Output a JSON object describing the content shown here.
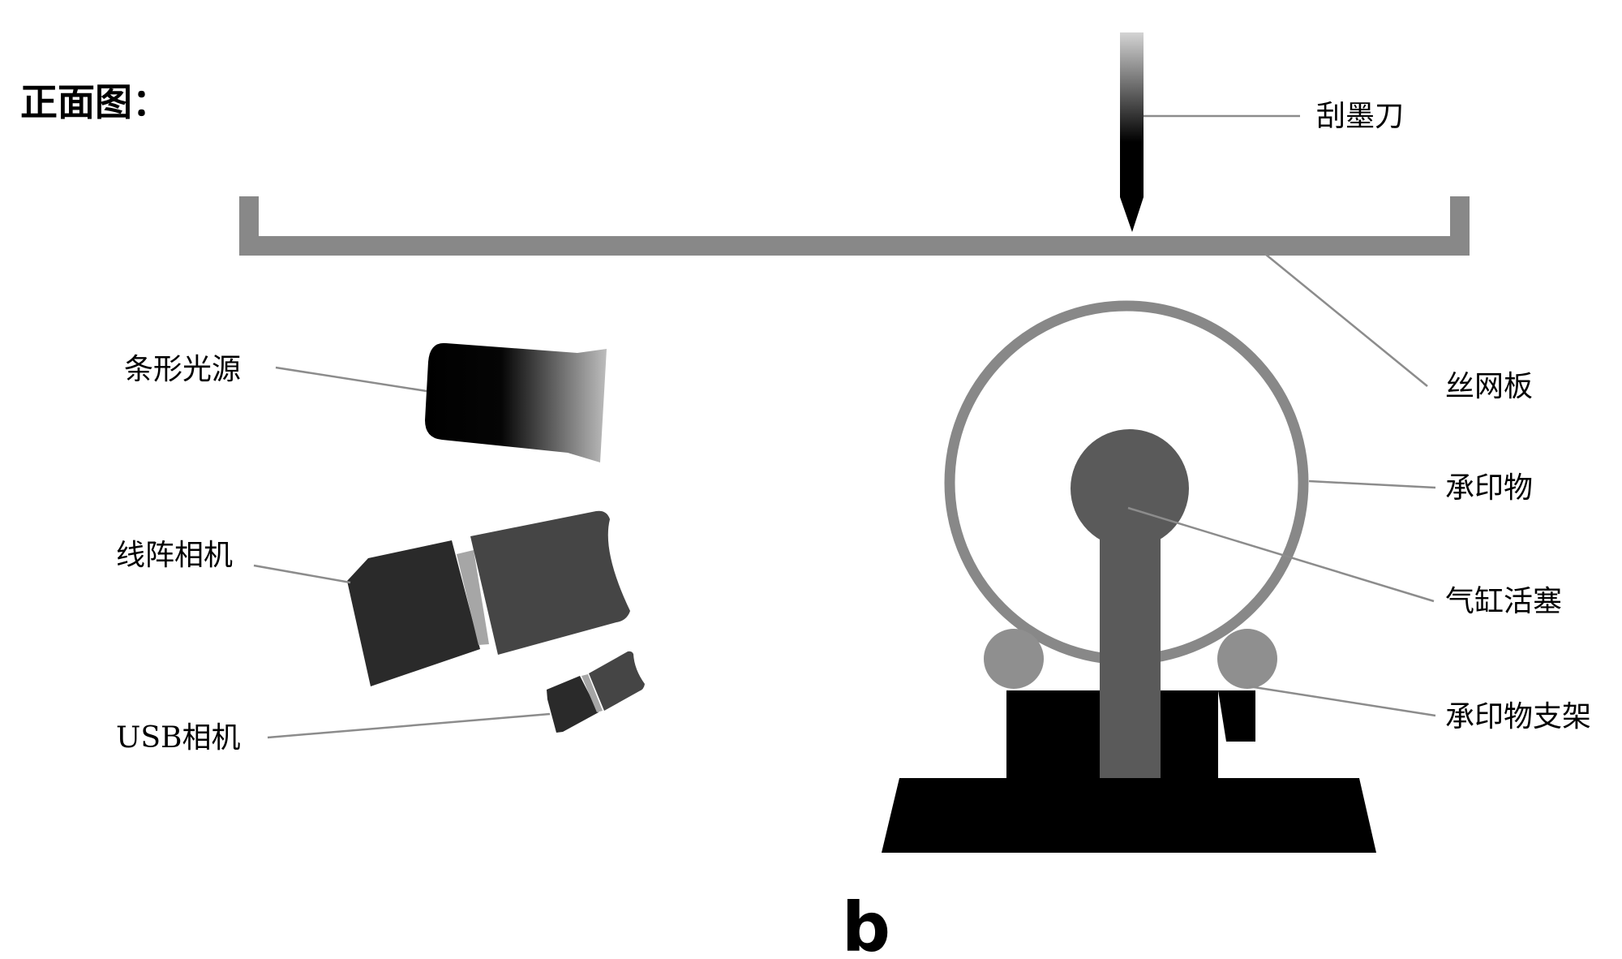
{
  "title": "正面图：",
  "panel_letter": "b",
  "labels": {
    "squeegee": "刮墨刀",
    "screen_plate": "丝网板",
    "strip_light": "条形光源",
    "line_camera": "线阵相机",
    "usb_camera": "USB相机",
    "substrate": "承印物",
    "cylinder_piston": "气缸活塞",
    "substrate_holder": "承印物支架"
  },
  "colors": {
    "screen_plate": "#888888",
    "substrate_ring": "#888888",
    "piston": "#5a5a5a",
    "holder_balls": "#8f8f8f",
    "base": "#000000",
    "camera_body": "#2a2a2a",
    "camera_lens": "#454545",
    "camera_band": "#a6a6a6",
    "leader": "#8c8c8c"
  }
}
